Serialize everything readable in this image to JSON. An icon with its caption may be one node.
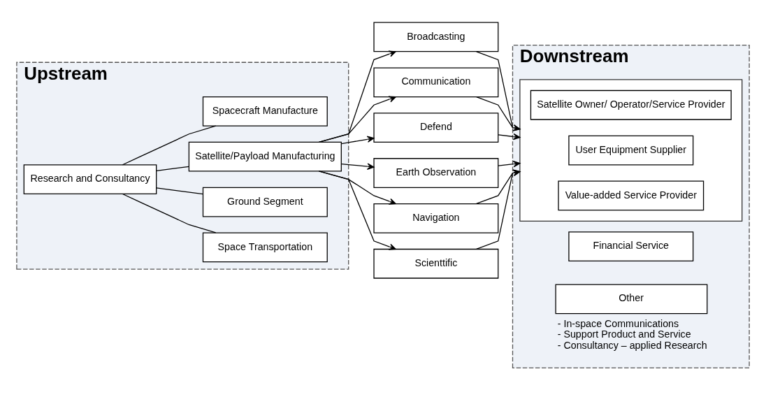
{
  "diagram": {
    "nodes": [
      {
        "text": [
          "Upstream"
        ]
      },
      {
        "text": [
          "Research and Consultancy"
        ],
        "in": 0
      },
      {
        "text": [
          "Space Transportation"
        ],
        "in": 0
      },
      {
        "text": [
          "Ground Segment"
        ],
        "in": 0
      },
      {
        "text": [
          "Satellite/Payload Manufacturing"
        ],
        "in": 0
      },
      {
        "text": [
          "Spacecraft Manufacture"
        ],
        "in": 0
      },
      {
        "text": [
          "Broadcasting"
        ]
      },
      {
        "text": [
          "Communication"
        ]
      },
      {
        "text": [
          "Defend"
        ]
      },
      {
        "text": [
          "Earth Observation"
        ]
      },
      {
        "text": [
          "Navigation"
        ]
      },
      {
        "text": [
          "Scienttific"
        ]
      },
      {
        "text": [
          "Downstream"
        ]
      },
      {
        "text": [
          "Financial Service"
        ],
        "in": 12
      },
      {
        "text": [],
        "shape": "box",
        "in": 12
      },
      {
        "text": [
          "Satellite Owner/ Operator/Service Provider"
        ],
        "in": 14
      },
      {
        "text": [
          "User Equipment Supplier"
        ],
        "in": 14
      },
      {
        "text": [
          "Value-added Service Provider"
        ],
        "in": 14
      },
      {
        "text": [
          "Other"
        ],
        "in": 12,
        "beside": [
          "- In-space Communications",
          "- Support Product and Service",
          "- Consultancy – applied Research"
        ]
      }
    ],
    "edges": [
      {
        "from": 1,
        "to": 2,
        "arrow": "none"
      },
      {
        "from": 1,
        "to": 3,
        "arrow": "none"
      },
      {
        "from": 1,
        "to": 4,
        "arrow": "none"
      },
      {
        "from": 1,
        "to": 5,
        "arrow": "none"
      },
      {
        "from": 4,
        "to": 6,
        "arrow": "to"
      },
      {
        "from": 4,
        "to": 7,
        "arrow": "to"
      },
      {
        "from": 4,
        "to": 8,
        "arrow": "to"
      },
      {
        "from": 4,
        "to": 9,
        "arrow": "to"
      },
      {
        "from": 4,
        "to": 10,
        "arrow": "to"
      },
      {
        "from": 4,
        "to": 11,
        "arrow": "to"
      },
      {
        "from": 6,
        "to": 14,
        "arrow": "to"
      },
      {
        "from": 7,
        "to": 14,
        "arrow": "to"
      },
      {
        "from": 8,
        "to": 14,
        "arrow": "to"
      },
      {
        "from": 9,
        "to": 14,
        "arrow": "to"
      },
      {
        "from": 10,
        "to": 14,
        "arrow": "to"
      },
      {
        "from": 11,
        "to": 14,
        "arrow": "to"
      }
    ]
  }
}
